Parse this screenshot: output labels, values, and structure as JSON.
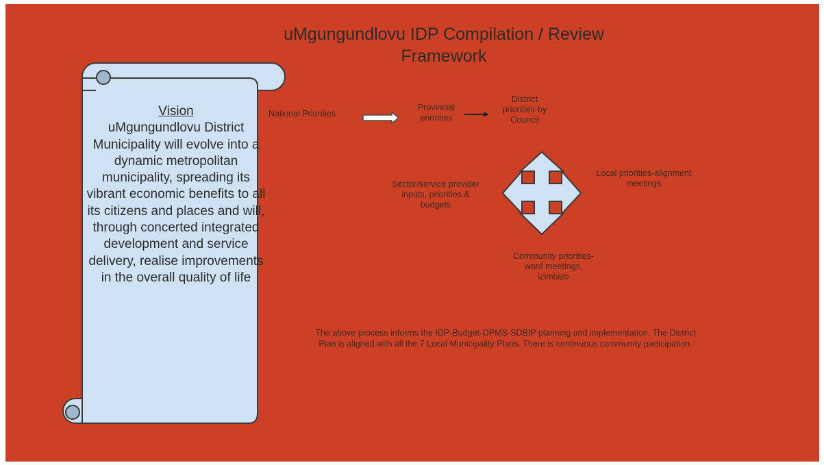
{
  "slide": {
    "title_line1": "uMgungundlovu IDP Compilation / Review",
    "title_line2": "Framework",
    "background_color": "#cc4125",
    "scroll_fill": "#cfe2f3"
  },
  "vision": {
    "heading": "Vision",
    "text": "uMgungundlovu District Municipality will evolve into a dynamic metropolitan municipality, spreading its vibrant economic benefits to all its citizens and places and will, through concerted integrated development and service delivery, realise improvements in the overall quality of life"
  },
  "flow": {
    "national": "National Priorities",
    "provincial": "Provincial priorities",
    "district": "District priorities-by Council"
  },
  "cross": {
    "left": "Sector/service provider inputs, priorities & budgets",
    "right": "Local priorities-alignment meetings",
    "bottom": "Community priorities-ward meetings, izimbizo"
  },
  "footer": {
    "text": "The above process informs the IDP-Budget-OPMS-SDBIP planning and implementation. The District Plan is aligned with all the 7 Local Municipality Plans. There is continuous community participation."
  }
}
